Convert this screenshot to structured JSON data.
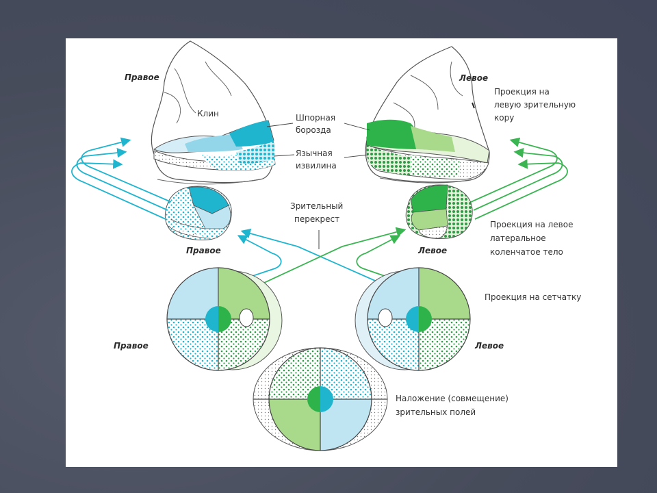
{
  "labels": {
    "right_cortex": "Правое",
    "left_cortex": "Левое",
    "cuneus": "Клин",
    "calcarine_1": "Шпорная",
    "calcarine_2": "борозда",
    "lingual_1": "Язычная",
    "lingual_2": "извилина",
    "proj_cortex_1": "Проекция на",
    "proj_cortex_2": "левую зрительную",
    "proj_cortex_3": "кору",
    "chiasm_1": "Зрительный",
    "chiasm_2": "перекрест",
    "right_lgn": "Правое",
    "left_lgn": "Левое",
    "proj_lgn_1": "Проекция на левое",
    "proj_lgn_2": "латеральное",
    "proj_lgn_3": "коленчатое тело",
    "proj_retina": "Проекция на сетчатку",
    "right_eye": "Правое",
    "left_eye": "Левое",
    "overlap_1": "Наложение (совмещение)",
    "overlap_2": "зрительных полей"
  },
  "colors": {
    "blue_dark": "#1fb5cf",
    "blue_light": "#bfe4f2",
    "green_dark": "#2db34a",
    "green_light": "#a9d98a",
    "outline": "#444444"
  }
}
